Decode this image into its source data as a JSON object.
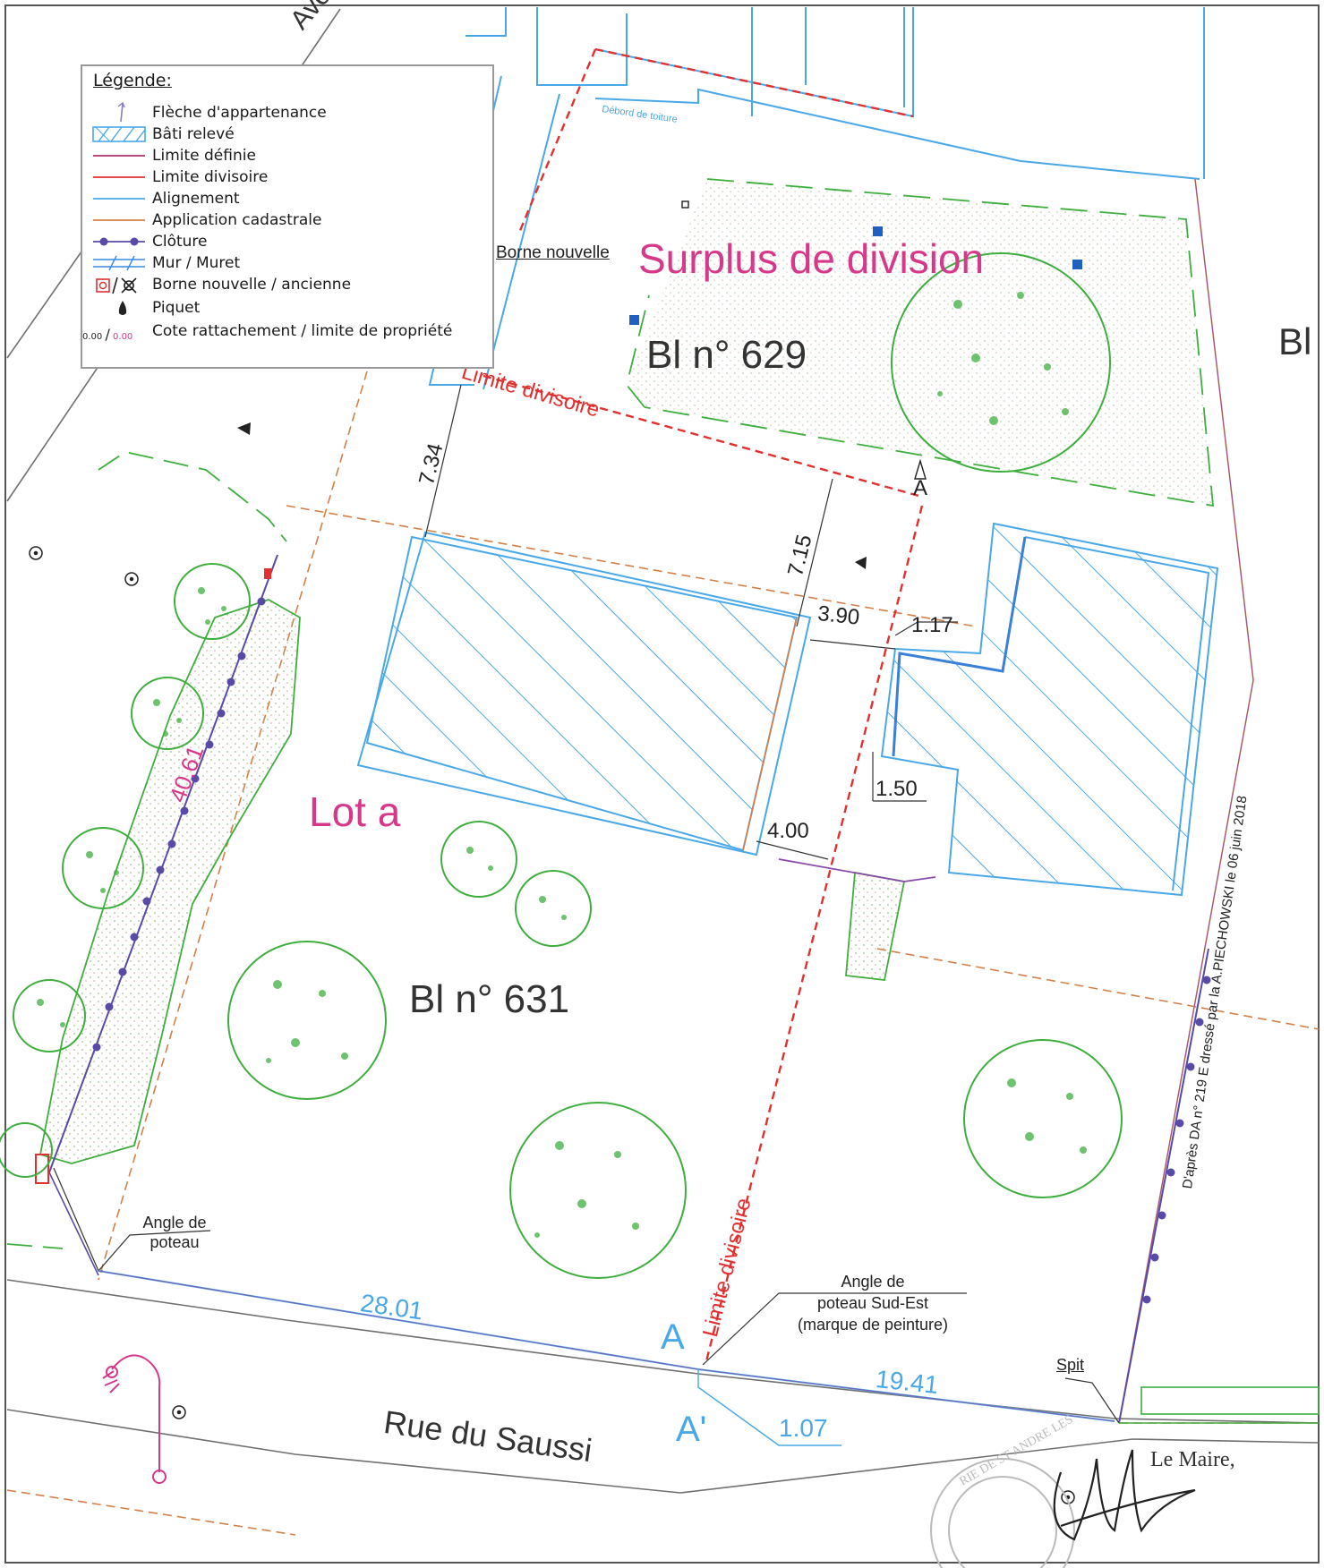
{
  "legend": {
    "title": "Légende:",
    "items": [
      {
        "label": "Flèche d'appartenance",
        "symbol": "arrow-icon"
      },
      {
        "label": "Bâti relevé",
        "symbol": "hatch-icon"
      },
      {
        "label": "Limite définie",
        "symbol": "line-icon",
        "color": "#b03070"
      },
      {
        "label": "Limite divisoire",
        "symbol": "line-icon",
        "color": "#e03030"
      },
      {
        "label": "Alignement",
        "symbol": "line-icon",
        "color": "#4aa8e8"
      },
      {
        "label": "Application cadastrale",
        "symbol": "line-icon",
        "color": "#d4804a"
      },
      {
        "label": "Clôture",
        "symbol": "fence-icon",
        "color": "#5a4aa8"
      },
      {
        "label": "Mur / Muret",
        "symbol": "wall-icon",
        "color": "#3a8ae0"
      },
      {
        "label": "Borne nouvelle / ancienne",
        "symbol": "boundary-marker-icon",
        "color": "#e03030"
      },
      {
        "label": "Piquet",
        "symbol": "stake-icon"
      },
      {
        "label": "Cote rattachement / limite de propriété",
        "symbol": "dimension-icon",
        "cote1": "0.00",
        "cote2": "0.00"
      }
    ]
  },
  "labels": {
    "surplus": "Surplus de division",
    "parcel_629": "Bl n° 629",
    "parcel_631": "Bl n° 631",
    "lot": "Lot a",
    "street": "Rue du Saussi",
    "avenue": "Ave",
    "border_right": "Bl",
    "limite_top": "Limite divisoire",
    "limite_vertical": "Limite divisoire",
    "borne_nouvelle": "Borne nouvelle",
    "angle_poteau": "Angle de poteau",
    "angle_poteau_se_1": "Angle de",
    "angle_poteau_se_2": "poteau Sud-Est",
    "angle_poteau_se_3": "(marque de peinture)",
    "spit": "Spit",
    "point_a": "A",
    "point_a_prime": "A'",
    "point_a_top": "A",
    "maire": "Le Maire,",
    "da_note": "D'après DA n° 219 E dressé par la A.PIECHOWSKI le 06 juin 2018",
    "debord": "Débord de toiture"
  },
  "dimensions": {
    "d734": "7.34",
    "d715": "7.15",
    "d390": "3.90",
    "d117": "1.17",
    "d150": "1.50",
    "d400": "4.00",
    "d4061": "40.61",
    "d2801": "28.01",
    "d1941": "19.41",
    "d107": "1.07"
  },
  "colors": {
    "building": "#4aa8e8",
    "vegetation": "#3fae3f",
    "divisoire": "#e03030",
    "cadastral": "#d4804a",
    "fence": "#5a4aa8",
    "pink": "#d6398a"
  }
}
